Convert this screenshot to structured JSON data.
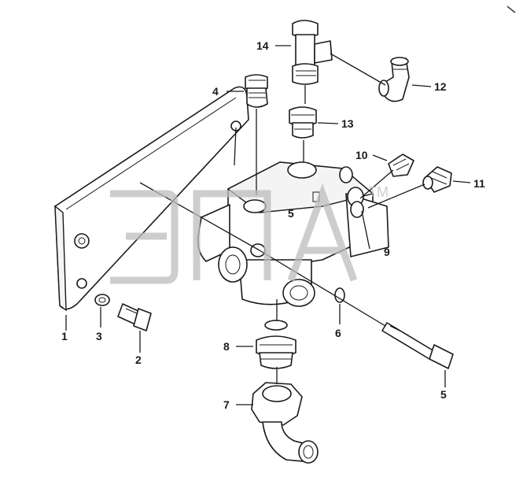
{
  "watermark": {
    "logo": "ЭПА",
    "mark": "TM"
  },
  "callouts": [
    {
      "id": "1",
      "label": "1"
    },
    {
      "id": "2",
      "label": "2"
    },
    {
      "id": "3",
      "label": "3"
    },
    {
      "id": "4",
      "label": "4"
    },
    {
      "id": "5",
      "label": "5"
    },
    {
      "id": "6",
      "label": "6"
    },
    {
      "id": "7",
      "label": "7"
    },
    {
      "id": "8",
      "label": "8"
    },
    {
      "id": "9",
      "label": "9"
    },
    {
      "id": "10",
      "label": "10"
    },
    {
      "id": "11",
      "label": "11"
    },
    {
      "id": "12",
      "label": "12"
    },
    {
      "id": "13",
      "label": "13"
    },
    {
      "id": "14",
      "label": "14"
    }
  ],
  "body_marking": "5"
}
